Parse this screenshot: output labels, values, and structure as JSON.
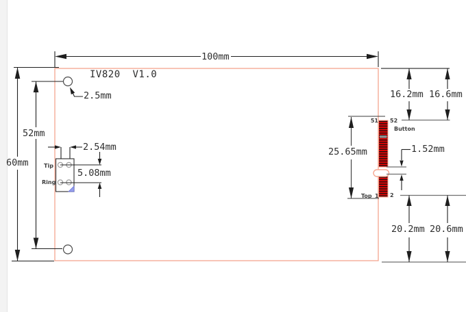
{
  "drawing": {
    "title": "IV820  V1.0",
    "dimensions": {
      "board_width": "100mm",
      "board_height": "60mm",
      "hole_span": "52mm",
      "hole_diameter": "2.5mm",
      "pad_pitch": "2.54mm",
      "pad_row_span": "5.08mm",
      "connector_length": "25.65mm",
      "connector_top_inner": "16.2mm",
      "connector_top_outer": "16.6mm",
      "notch_width": "1.52mm",
      "connector_bottom_inner": "20.2mm",
      "connector_bottom_outer": "20.6mm"
    },
    "labels": {
      "tip": "Tip",
      "ring": "Ring",
      "pin51": "51",
      "pin52": "52",
      "button": "Button",
      "top": "Top",
      "pin1": "1",
      "pin2": "2"
    },
    "colors": {
      "board_outline": "#f5a58f",
      "pin_red": "#e00505",
      "pin_gray": "#8f8f8f",
      "dim_line": "#1f1f1f",
      "ref_gray": "#6f6f6f",
      "marker_blue": "#97a0ea"
    }
  }
}
